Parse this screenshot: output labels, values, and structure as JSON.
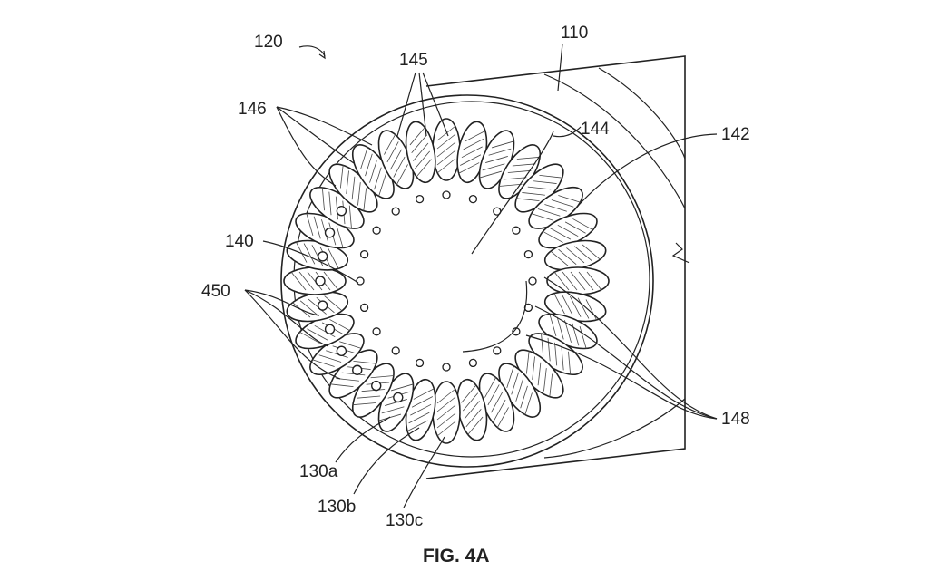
{
  "figure": {
    "caption": "FIG. 4A",
    "labels": {
      "assembly": "120",
      "housing": "110",
      "cups": "145",
      "cup_marks": "146",
      "face": "144",
      "center": "142",
      "ring": "140",
      "inner_marks": "450",
      "holes": "148",
      "cup_a": "130a",
      "cup_b": "130b",
      "cup_c": "130c"
    }
  }
}
